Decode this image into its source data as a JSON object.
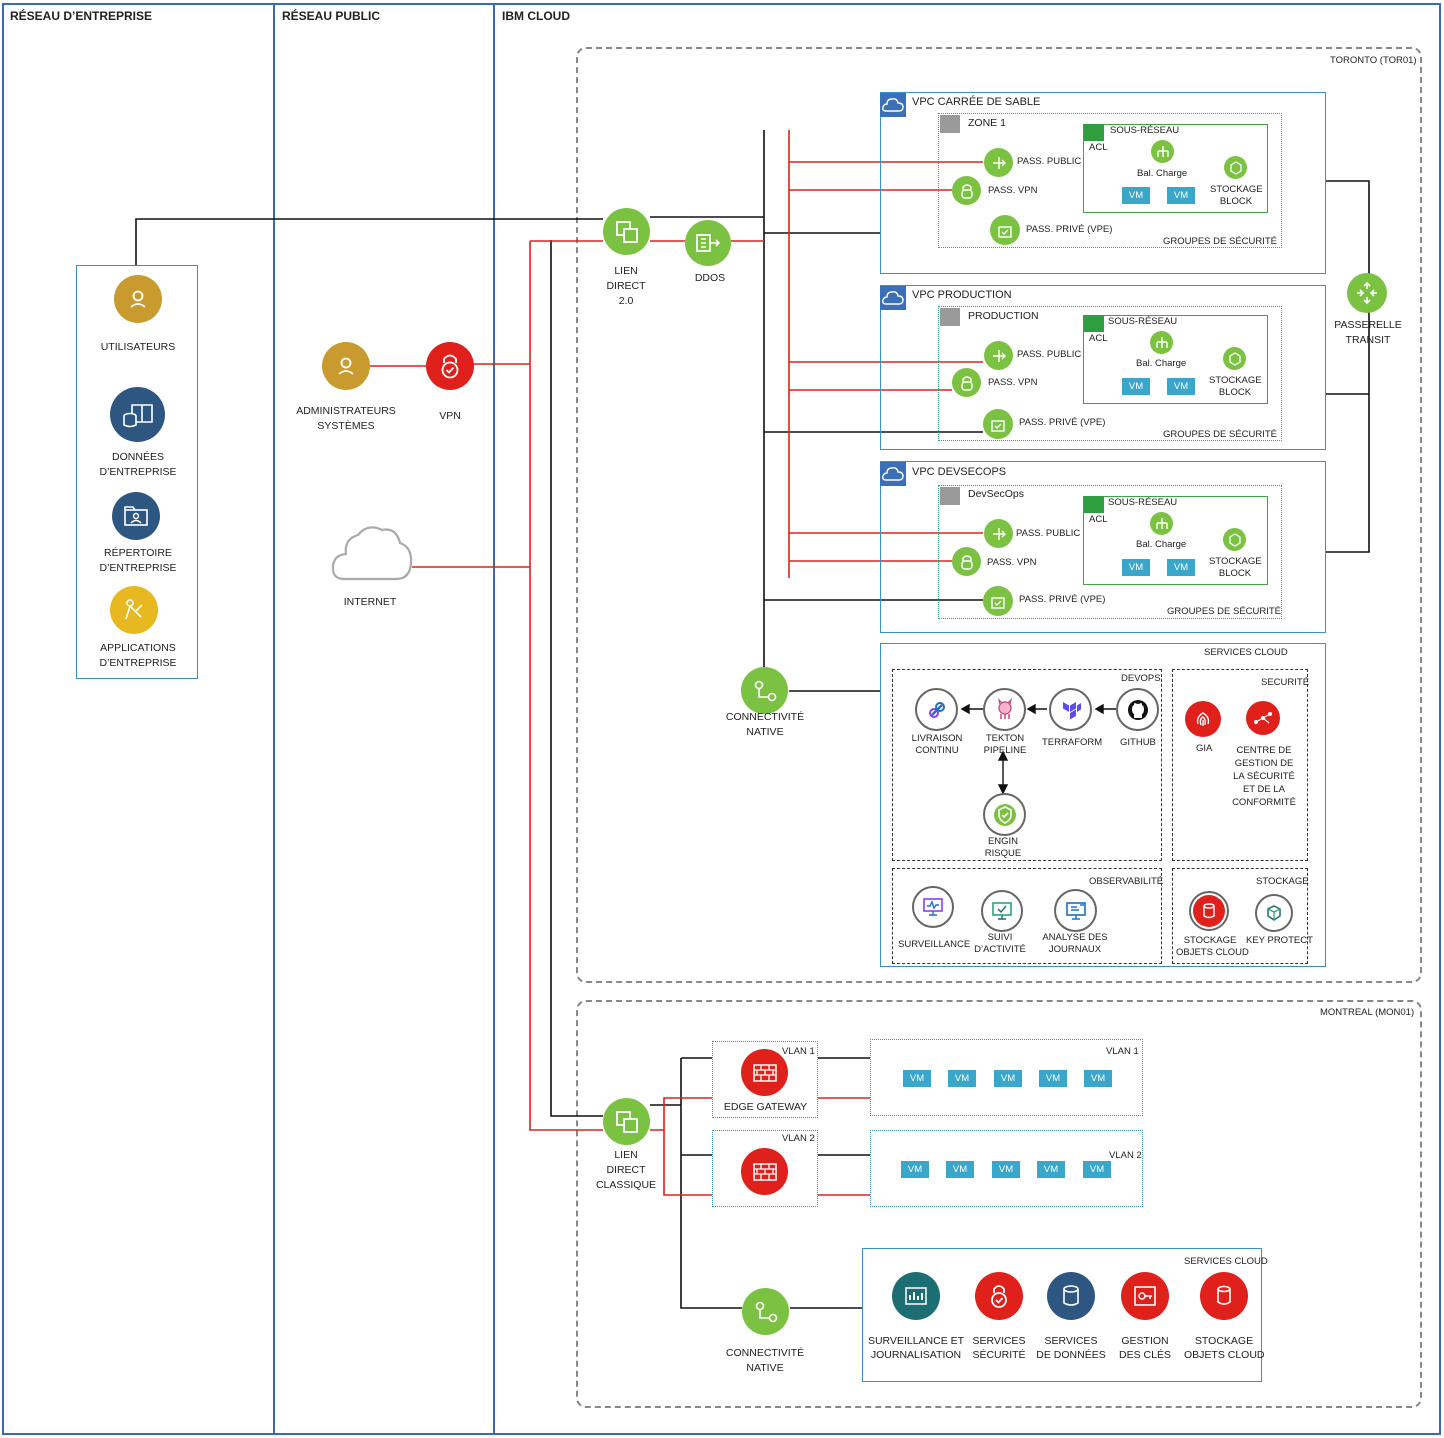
{
  "lanes": {
    "enterprise": "RÉSEAU D’ENTREPRISE",
    "public": "RÉSEAU PUBLIC",
    "ibm": "IBM CLOUD"
  },
  "enterprise": {
    "users": "UTILISATEURS",
    "data": [
      "DONNÉES",
      "D’ENTREPRISE"
    ],
    "directory": [
      "RÉPERTOIRE",
      "D’ENTREPRISE"
    ],
    "apps": [
      "APPLICATIONS",
      "D’ENTREPRISE"
    ]
  },
  "public": {
    "admins": [
      "ADMINISTRATEURS",
      "SYSTÈMES"
    ],
    "vpn": "VPN",
    "internet": "INTERNET"
  },
  "toronto": {
    "region": "TORONTO (TOR01)",
    "direct_link": [
      "LIEN",
      "DIRECT",
      "2.0"
    ],
    "ddos": "DDOS",
    "native": [
      "CONNECTIVITÉ",
      "NATIVE"
    ],
    "transit": [
      "PASSERELLE",
      "TRANSIT"
    ],
    "vpcs": [
      {
        "title": "VPC CARRÉE DE SABLE",
        "zone": "ZONE 1"
      },
      {
        "title": "VPC PRODUCTION",
        "zone": "PRODUCTION"
      },
      {
        "title": "VPC DEVSECOPS",
        "zone": "DevSecOps"
      }
    ],
    "vpc_common": {
      "subnet": "SOUS-RÉSEAU",
      "acl": "ACL",
      "lb": "Bal. Charge",
      "vm": "VM",
      "storage": [
        "STOCKAGE",
        "BLOCK"
      ],
      "pub_gw": "PASS. PUBLIC",
      "vpn_gw": "PASS. VPN",
      "vpe_gw": "PASS. PRIVÉ (VPE)",
      "sg": "GROUPES DE SÉCURITÉ"
    },
    "services": {
      "title": "SERVICES CLOUD",
      "devops": {
        "title": "DEVOPS",
        "cd": [
          "LIVRAISON",
          "CONTINU"
        ],
        "tekton": [
          "TEKTON",
          "PIPELINE"
        ],
        "terraform": "TERRAFORM",
        "github": "GITHUB",
        "risk": [
          "ENGIN",
          "RISQUE"
        ]
      },
      "security": {
        "title": "SECURITÉ",
        "gia": "GIA",
        "scc": [
          "CENTRE DE",
          "GESTION DE",
          "LA SÉCURITÉ",
          "ET DE LA",
          "CONFORMITÉ"
        ]
      },
      "observability": {
        "title": "OBSERVABILITÉ",
        "monitoring": "SURVEILLANCE",
        "activity": [
          "SUIVI",
          "D’ACTIVITÉ"
        ],
        "logs": [
          "ANALYSE DES",
          "JOURNAUX"
        ]
      },
      "storage": {
        "title": "STOCKAGE",
        "cos": [
          "STOCKAGE",
          "OBJETS CLOUD"
        ],
        "kp": "KEY PROTECT"
      }
    }
  },
  "montreal": {
    "region": "MONTREAL (MON01)",
    "direct_link": [
      "LIEN",
      "DIRECT",
      "CLASSIQUE"
    ],
    "vlan1": "VLAN 1",
    "vlan2": "VLAN 2",
    "edge": "EDGE GATEWAY",
    "vm": "VM",
    "native": [
      "CONNECTIVITÉ",
      "NATIVE"
    ],
    "services": {
      "title": "SERVICES CLOUD",
      "items": [
        [
          "SURVEILLANCE ET",
          "JOURNALISATION"
        ],
        [
          "SERVICES",
          "SÉCURITÉ"
        ],
        [
          "SERVICES",
          "DE DONNÉES"
        ],
        [
          "GESTION",
          "DES CLÉS"
        ],
        [
          "STOCKAGE",
          "OBJETS CLOUD"
        ]
      ]
    }
  },
  "colors": {
    "lane_border": "#3a6bb0",
    "red_line": "#e0201b",
    "green": "#7cc242",
    "gold": "#c99a2e",
    "navy": "#2d5680",
    "yellow": "#e8b820",
    "red": "#e0201b",
    "teal": "#1d6e73",
    "vm": "#3aa6c9"
  }
}
